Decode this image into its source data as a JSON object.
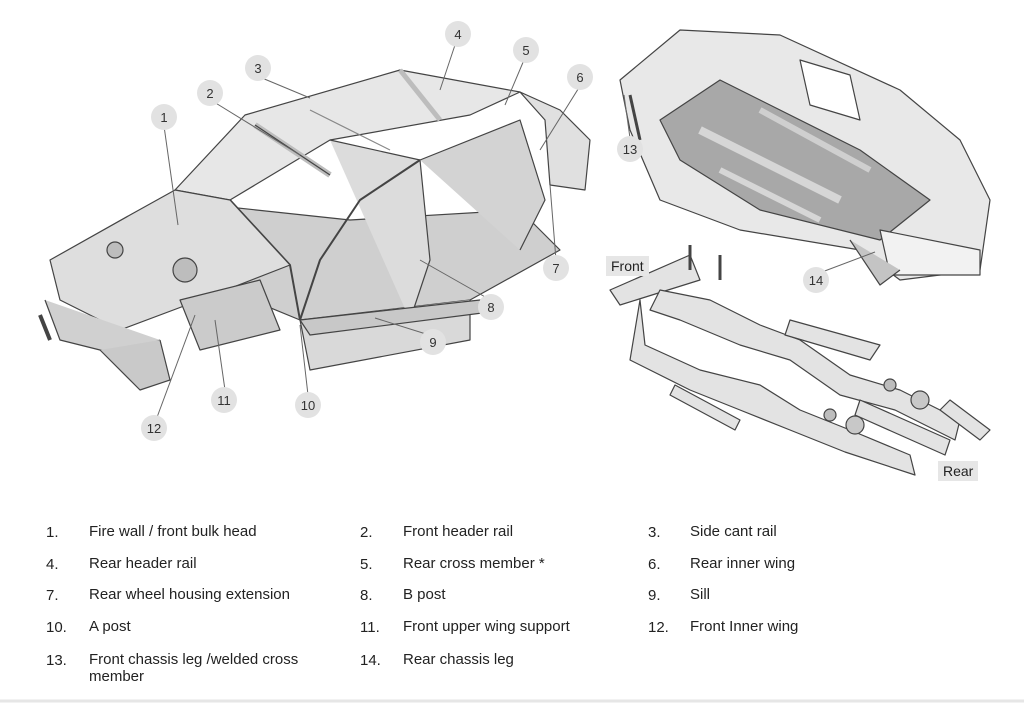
{
  "callouts": [
    "1",
    "2",
    "3",
    "4",
    "5",
    "6",
    "7",
    "8",
    "9",
    "10",
    "11",
    "12",
    "13",
    "14"
  ],
  "frame_tags": {
    "front": "Front",
    "rear": "Rear"
  },
  "legend": [
    {
      "num": "1.",
      "text": "Fire wall / front bulk head"
    },
    {
      "num": "2.",
      "text": "Front header rail"
    },
    {
      "num": "3.",
      "text": "Side cant rail"
    },
    {
      "num": "4.",
      "text": "Rear header rail"
    },
    {
      "num": "5.",
      "text": "Rear cross member *"
    },
    {
      "num": "6.",
      "text": "Rear inner wing"
    },
    {
      "num": "7.",
      "text": "Rear wheel housing extension"
    },
    {
      "num": "8.",
      "text": "B post"
    },
    {
      "num": "9.",
      "text": "Sill"
    },
    {
      "num": "10.",
      "text": "A post"
    },
    {
      "num": "11.",
      "text": "Front upper wing support"
    },
    {
      "num": "12.",
      "text": "Front Inner wing"
    },
    {
      "num": "13.",
      "text": "Front chassis leg /welded cross member"
    },
    {
      "num": "14.",
      "text": "Rear chassis leg"
    }
  ]
}
